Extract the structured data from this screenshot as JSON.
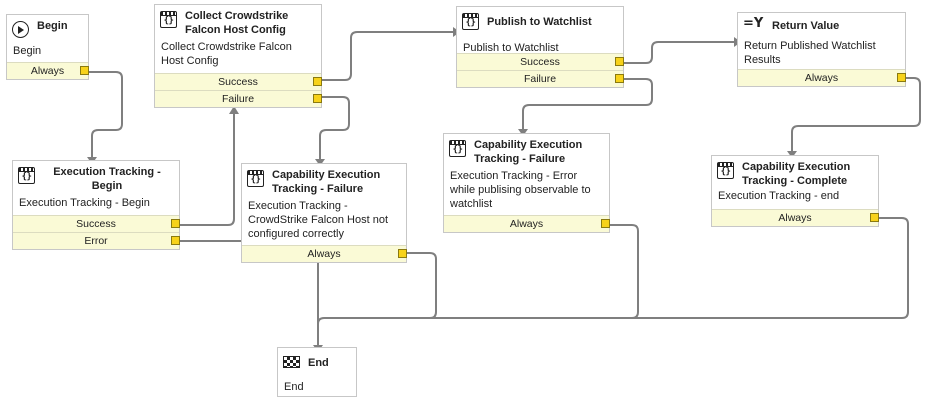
{
  "colors": {
    "wire": "#7f7f7f",
    "port_bg": "#fafad6",
    "port_dot": "#f7d21a"
  },
  "nodes": {
    "begin": {
      "icon": "play-icon",
      "title": "Begin",
      "desc": "Begin",
      "ports": [
        "Always"
      ]
    },
    "exec_begin": {
      "icon": "code-block-icon",
      "title": "Execution Tracking - Begin",
      "desc": "Execution Tracking - Begin",
      "ports": [
        "Success",
        "Error"
      ]
    },
    "collect": {
      "icon": "code-block-icon",
      "title": "Collect Crowdstrike Falcon Host Config",
      "desc": "Collect Crowdstrike Falcon Host Config",
      "ports": [
        "Success",
        "Failure"
      ]
    },
    "cap_fail_1": {
      "icon": "code-block-icon",
      "title": "Capability Execution Tracking - Failure",
      "desc": "Execution Tracking - CrowdStrike Falcon Host not configured correctly",
      "ports": [
        "Always"
      ]
    },
    "publish": {
      "icon": "code-block-icon",
      "title": "Publish to Watchlist",
      "desc": "Publish to Watchlist",
      "ports": [
        "Success",
        "Failure"
      ]
    },
    "cap_fail_2": {
      "icon": "code-block-icon",
      "title": "Capability Execution Tracking - Failure",
      "desc": "Execution Tracking - Error while publising observable to watchlist",
      "ports": [
        "Always"
      ]
    },
    "return_value": {
      "icon": "return-value-icon",
      "title": "Return Value",
      "desc": "Return Published Watchlist Results",
      "ports": [
        "Always"
      ]
    },
    "cap_complete": {
      "icon": "code-block-icon",
      "title": "Capability Execution Tracking - Complete",
      "desc": "Execution Tracking - end",
      "ports": [
        "Always"
      ]
    },
    "end": {
      "icon": "checkered-flag-icon",
      "title": "End",
      "desc": "End",
      "ports": []
    }
  }
}
